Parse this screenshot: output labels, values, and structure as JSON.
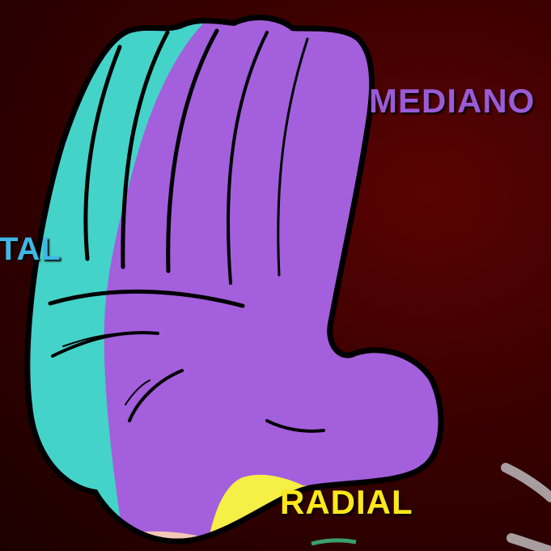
{
  "labels": {
    "median": "MEDIANO",
    "ulnar": "TAL",
    "radial": "RADIAL"
  },
  "colors": {
    "background": "#3a0000",
    "median_zone": "#a35fdc",
    "ulnar_zone": "#44d3c8",
    "radial_zone": "#f5ef46",
    "outline": "#000000",
    "median_label": "#9b5ad6",
    "ulnar_label": "#3fb8e6",
    "radial_label": "#ffe81a"
  }
}
